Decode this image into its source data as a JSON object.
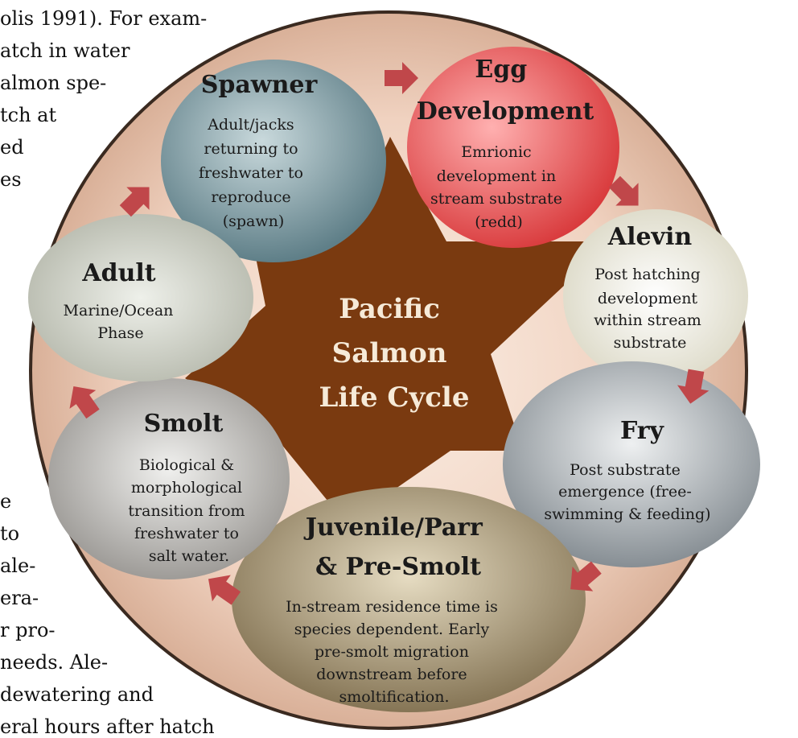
{
  "background_text": [
    "olis 1991).  For exam-",
    "atch in water",
    "almon spe-",
    "tch at",
    "ed",
    "es",
    "e",
    "to",
    "ale-",
    "era-",
    "r pro-",
    "needs.  Ale-",
    "dewatering and",
    "eral hours after hatch"
  ],
  "center": {
    "lines": [
      "Pacific",
      "Salmon",
      "Life Cycle"
    ]
  },
  "stages": [
    {
      "id": "spawner",
      "title_lines": [
        "Spawner"
      ],
      "desc_lines": [
        "Adult/jacks",
        "returning to",
        "freshwater to",
        "reproduce",
        "(spawn)"
      ],
      "colors": [
        "#c9d9dc",
        "#5f7f88"
      ]
    },
    {
      "id": "egg",
      "title_lines": [
        "Egg",
        "Development"
      ],
      "desc_lines": [
        "Emrionic",
        "development in",
        "stream substrate",
        "(redd)"
      ],
      "colors": [
        "#ff9a9a",
        "#e13c3c"
      ]
    },
    {
      "id": "alevin",
      "title_lines": [
        "Alevin"
      ],
      "desc_lines": [
        "Post hatching",
        "development",
        "within stream",
        "substrate"
      ],
      "colors": [
        "#ffffff",
        "#d9d6c2"
      ]
    },
    {
      "id": "fry",
      "title_lines": [
        "Fry"
      ],
      "desc_lines": [
        "Post substrate",
        "emergence (free-",
        "swimming & feeding)"
      ],
      "colors": [
        "#e2e5e7",
        "#8e969b"
      ]
    },
    {
      "id": "juvenile",
      "title_lines": [
        "Juvenile/Parr",
        "& Pre-Smolt"
      ],
      "desc_lines": [
        "In-stream residence time is",
        "species dependent. Early",
        "pre-smolt migration",
        "downstream before",
        "smoltification."
      ],
      "colors": [
        "#d8ccb0",
        "#8a7a58"
      ]
    },
    {
      "id": "smolt",
      "title_lines": [
        "Smolt"
      ],
      "desc_lines": [
        "Biological &",
        "morphological",
        "transition from",
        "freshwater to",
        "salt water."
      ],
      "colors": [
        "#e4e4e2",
        "#9c9a96"
      ]
    },
    {
      "id": "adult",
      "title_lines": [
        "Adult"
      ],
      "desc_lines": [
        "Marine/Ocean",
        "Phase"
      ],
      "colors": [
        "#e4e6df",
        "#a9ad9f"
      ]
    }
  ],
  "colors": {
    "ring_fill_inner": "#fbeee4",
    "ring_fill_outer": "#d9b098",
    "ring_stroke": "#3a2a20",
    "star": "#7a3a10",
    "arrow": "#c0474a"
  }
}
